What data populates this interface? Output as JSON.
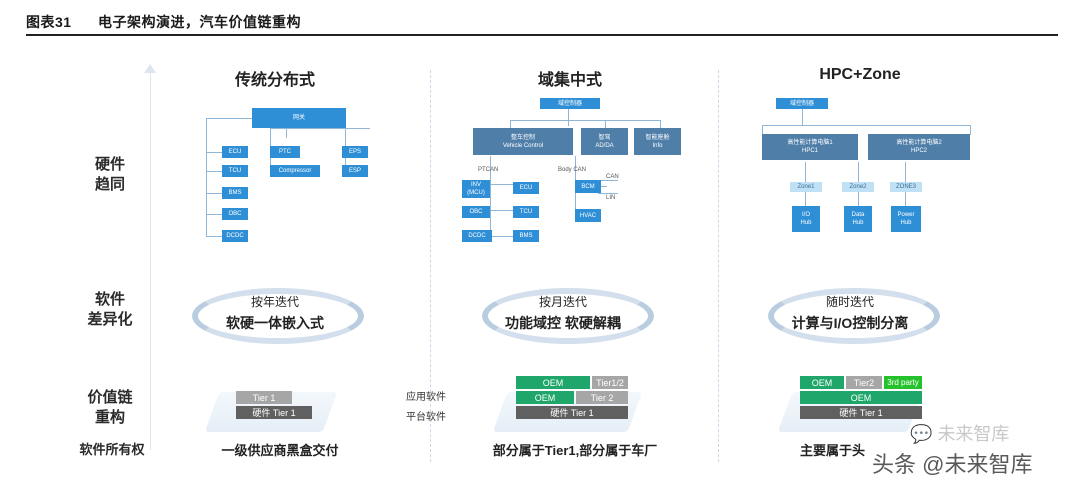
{
  "figure": {
    "number": "图表31",
    "title": "电子架构演进，汽车价值链重构"
  },
  "columns": [
    {
      "head": "传统分布式",
      "cycle_top": "按年迭代",
      "cycle_main": "软硬一体嵌入式",
      "ownership": "一级供应商黑盒交付"
    },
    {
      "head": "域集中式",
      "cycle_top": "按月迭代",
      "cycle_main": "功能域控 软硬解耦",
      "ownership": "部分属于Tier1,部分属于车厂"
    },
    {
      "head": "HPC+Zone",
      "cycle_top": "随时迭代",
      "cycle_main": "计算与I/O控制分离",
      "ownership": "主要属于头"
    }
  ],
  "rows": {
    "hardware": [
      "硬件",
      "趋同"
    ],
    "software": [
      "软件",
      "差异化"
    ],
    "value_chain": [
      "价值链",
      "重构"
    ],
    "ownership": "软件所有权"
  },
  "distributed": {
    "gateway": "网关",
    "left": [
      "ECU",
      "TCU",
      "BMS",
      "OBC",
      "DCDC"
    ],
    "mid": [
      "PTC",
      "Compressor"
    ],
    "right": [
      "EPS",
      "ESP"
    ]
  },
  "domain": {
    "gateway": "域控制器",
    "vehicle_control": [
      "整车控制",
      "Vehicle Control"
    ],
    "adas": [
      "智驾",
      "AD/DA"
    ],
    "info": [
      "智能座舱",
      "Info"
    ],
    "bus_labels": {
      "ptcan": "PTCAN",
      "bodycan": "Body CAN",
      "can": "CAN",
      "lin": "LIN"
    },
    "left_col": [
      "INV (MCU)",
      "OBC",
      "DCDC"
    ],
    "mid_col": [
      "ECU",
      "TCU",
      "BMS"
    ],
    "body": [
      "BCM",
      "HVAC"
    ]
  },
  "hpc": {
    "gateway": "域控制器",
    "hpc1": [
      "高性能计算电脑1",
      "HPC1"
    ],
    "hpc2": [
      "高性能计算电脑2",
      "HPC2"
    ],
    "zones": [
      "Zone1",
      "Zone2",
      "ZONE3"
    ],
    "hubs": [
      [
        "I/O",
        "Hub"
      ],
      [
        "Data",
        "Hub"
      ],
      [
        "Power",
        "Hub"
      ]
    ]
  },
  "value": {
    "c1": {
      "top": "Tier 1",
      "bottom": "硬件 Tier 1"
    },
    "c2": {
      "row1": [
        "OEM",
        "Tier1/2"
      ],
      "row2": [
        "OEM",
        "Tier 2"
      ],
      "bottom": "硬件 Tier 1",
      "label_app": "应用软件",
      "label_platform": "平台软件"
    },
    "c3": {
      "row1": [
        "OEM",
        "Tier2",
        "3rd party"
      ],
      "row2": "OEM",
      "bottom": "硬件 Tier 1"
    }
  },
  "watermark": {
    "line1": "未来智库",
    "line2": "头条 @未来智库"
  },
  "colors": {
    "accent": "#2f8fd6",
    "green": "#1fa66b",
    "gray": "#a6a6a6",
    "dark_gray": "#606060"
  }
}
